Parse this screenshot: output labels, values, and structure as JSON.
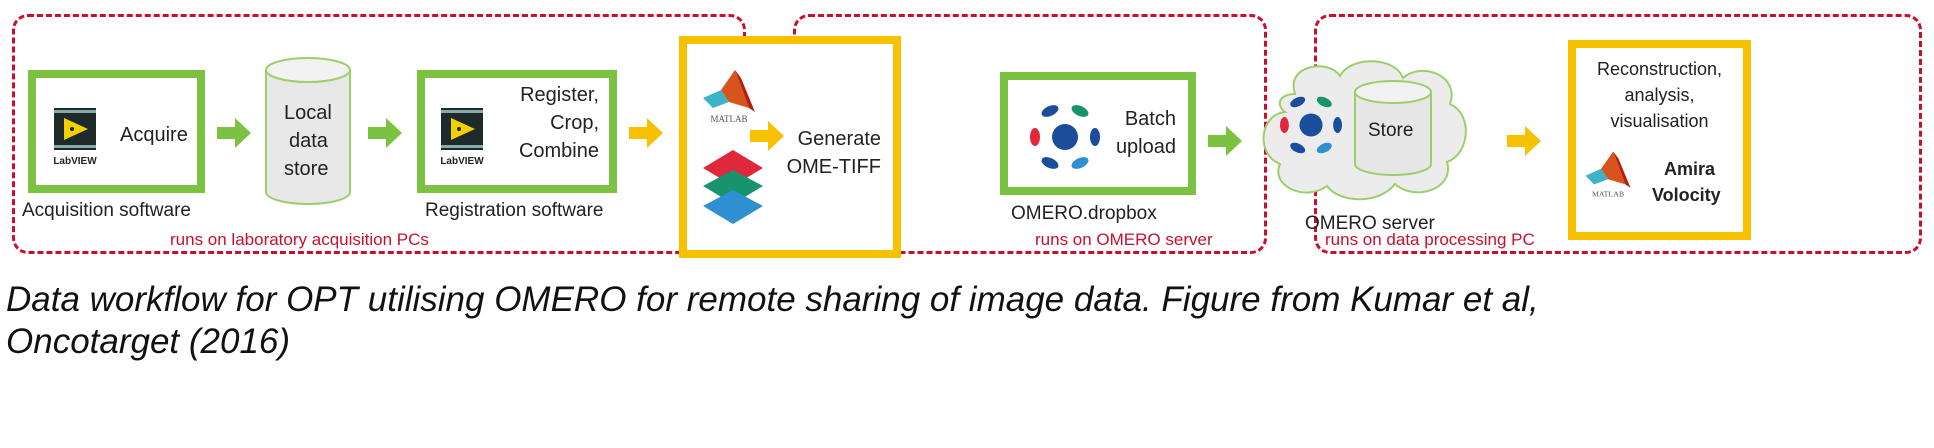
{
  "regions": [
    {
      "label": "runs on laboratory acquisition PCs"
    },
    {
      "label": "runs on OMERO server"
    },
    {
      "label": "runs on data processing PC"
    }
  ],
  "nodes": {
    "acquire": {
      "text": "Acquire",
      "caption": "Acquisition software",
      "logo": "LabVIEW"
    },
    "local_store": {
      "lines": [
        "Local",
        "data",
        "store"
      ]
    },
    "register": {
      "lines": [
        "Register,",
        "Crop,",
        "Combine"
      ],
      "caption": "Registration software",
      "logo": "LabVIEW"
    },
    "generate": {
      "lines": [
        "Generate",
        "OME-TIFF"
      ],
      "logo": "MATLAB"
    },
    "batch_upload": {
      "lines": [
        "Batch",
        "upload"
      ],
      "caption": "OMERO.dropbox"
    },
    "store": {
      "text": "Store",
      "caption": "OMERO server"
    },
    "reconstruction": {
      "lines": [
        "Reconstruction,",
        "analysis,",
        "visualisation"
      ],
      "tools": [
        "Amira",
        "Volocity"
      ],
      "logo": "MATLAB"
    }
  },
  "colors": {
    "green": "#7cc242",
    "yellow": "#f7c100",
    "red": "#c8102e"
  },
  "caption": "Data workflow for OPT utilising OMERO for remote sharing of image data. Figure from Kumar et al, Oncotarget (2016)"
}
